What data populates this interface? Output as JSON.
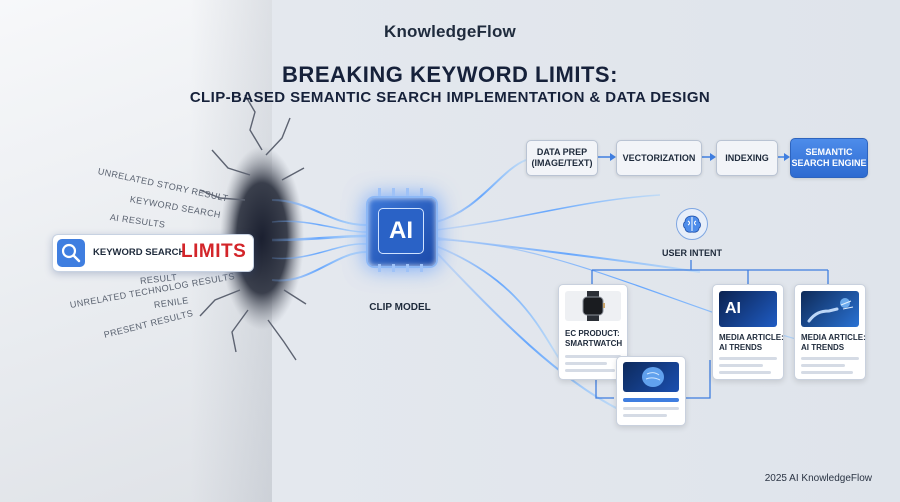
{
  "brand": "KnowledgeFlow",
  "title_line1": "BREAKING KEYWORD LIMITS:",
  "title_line2": "CLIP-BASED SEMANTIC SEARCH IMPLEMENTATION & DATA DESIGN",
  "scattered_results": [
    "UNRELATED STORY RESULT",
    "KEYWORD SEARCH",
    "AI RESULTS",
    "RESULT",
    "UNRELATED TECHNOLOG RESULTS",
    "RENILE",
    "PRESENT RESULTS"
  ],
  "keyword_bar": {
    "icon": "search-icon",
    "label": "KEYWORD SEARCH",
    "emphasis": "LIMITS",
    "emphasis_color": "#d3252a"
  },
  "chip": {
    "text": "AI",
    "label": "CLIP MODEL",
    "color": "#2a62c6"
  },
  "pipeline": [
    {
      "label": "DATA PREP\n(IMAGE/TEXT)"
    },
    {
      "label": "VECTORIZATION"
    },
    {
      "label": "INDEXING"
    },
    {
      "label": "SEMANTIC\nSEARCH ENGINE",
      "highlight": true
    }
  ],
  "user_intent": {
    "icon": "brain-icon",
    "label": "USER INTENT"
  },
  "cards": [
    {
      "label": "EC PRODUCT:\nSMARTWATCH",
      "thumb": "smartwatch-image"
    },
    {
      "label": "",
      "thumb": "brain-scan-image"
    },
    {
      "label": "MEDIA ARTICLE:\nAI TRENDS",
      "thumb": "ai-brain-image",
      "thumb_text": "AI"
    },
    {
      "label": "MEDIA ARTICLE:\nAI TRENDS",
      "thumb": "robot-hand-image"
    }
  ],
  "footer": "2025 AI KnowledgeFlow",
  "accent": "#3f7ee0"
}
